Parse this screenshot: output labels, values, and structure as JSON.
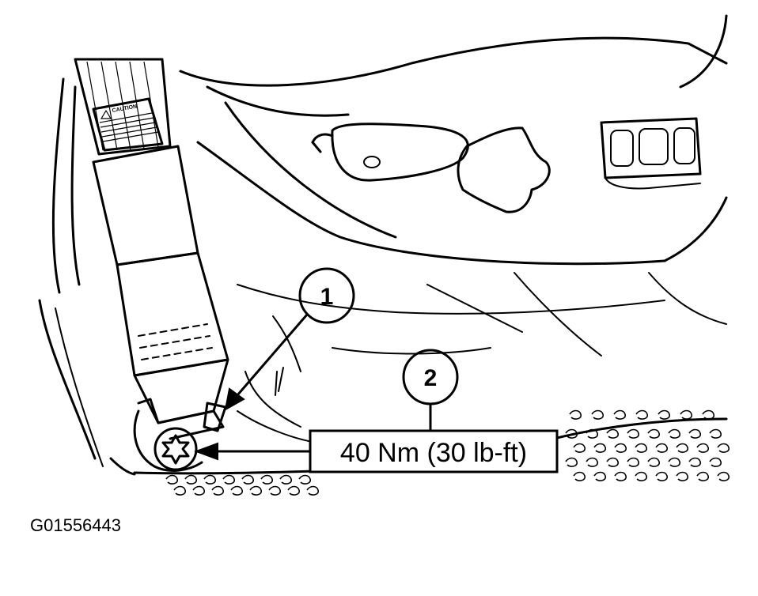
{
  "diagram": {
    "callouts": [
      {
        "number": "1"
      },
      {
        "number": "2"
      }
    ],
    "torque_label": "40 Nm (30 lb-ft)",
    "caution_label": "CAUTION",
    "figure_id": "G01556443"
  }
}
